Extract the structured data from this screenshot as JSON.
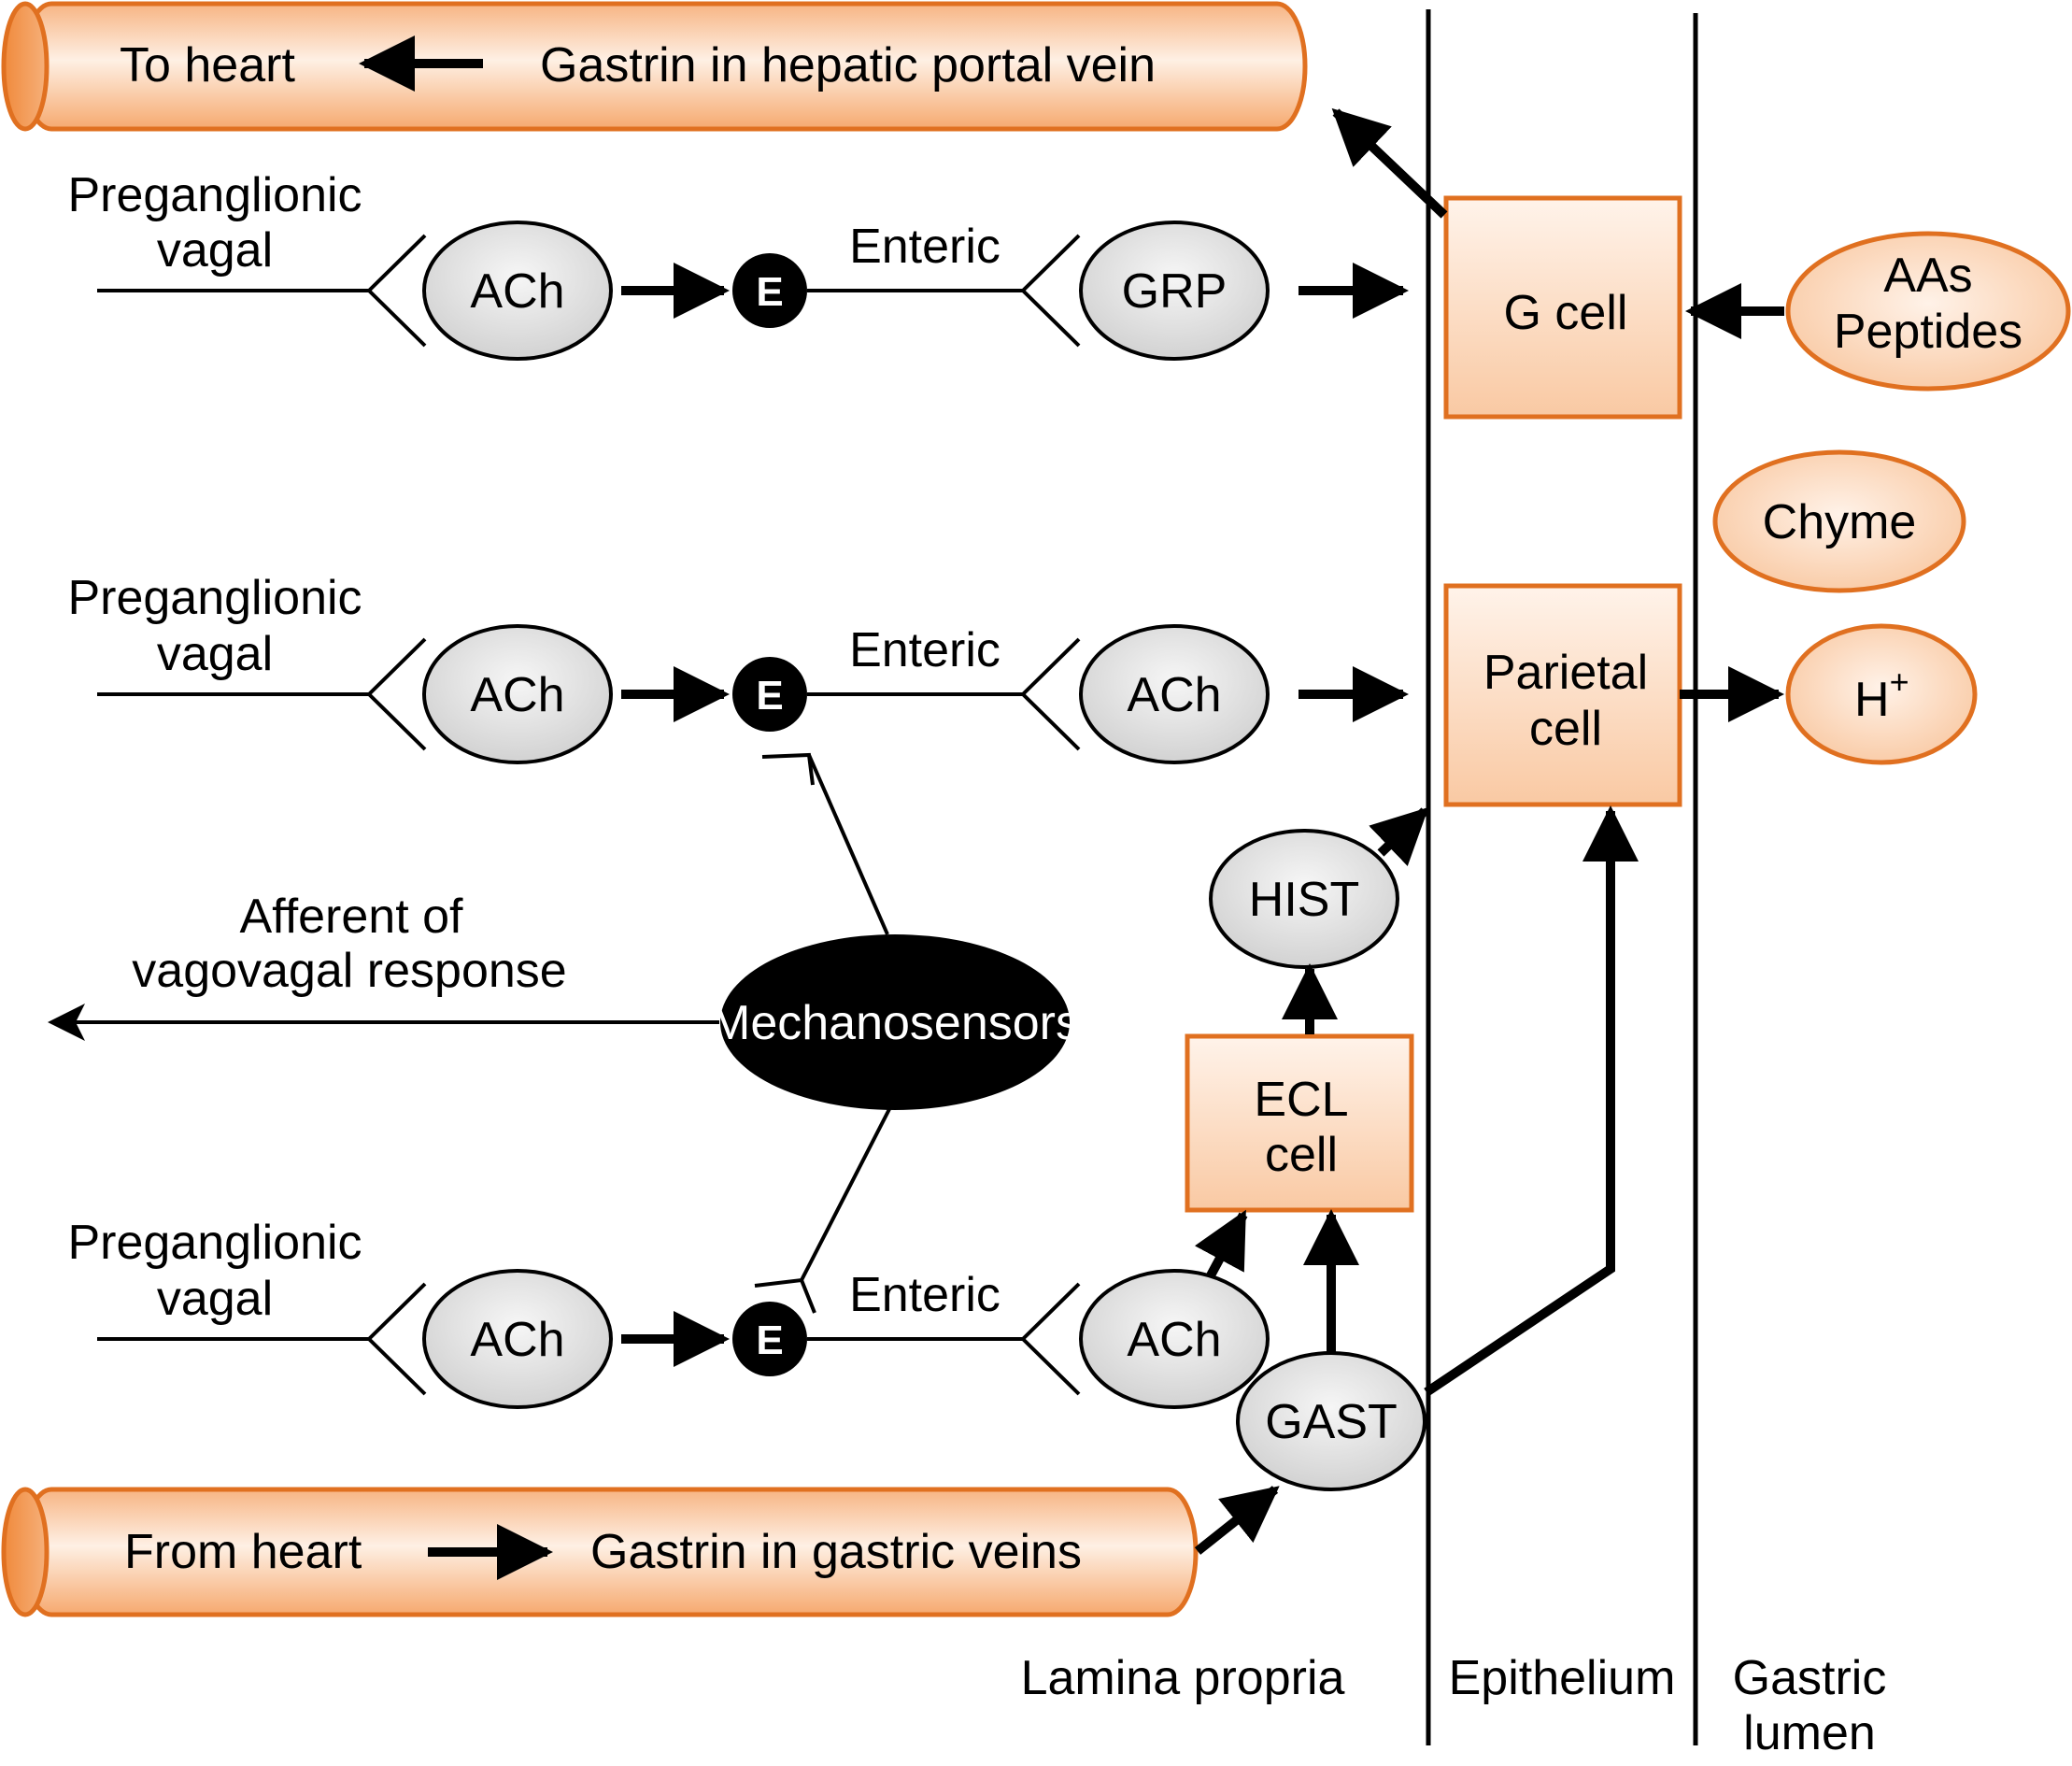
{
  "colors": {
    "accent_orange": "#e07020",
    "light_orange": "#fde3cf",
    "gray_fill": "#dddddd",
    "black": "#000000"
  },
  "vessel_top": {
    "left_label": "To heart",
    "right_label": "Gastrin in hepatic portal vein",
    "arrow_direction": "left"
  },
  "vessel_bottom": {
    "left_label": "From heart",
    "right_label": "Gastrin in gastric veins",
    "arrow_direction": "right"
  },
  "pathway_top": {
    "pre_label_line1": "Preganglionic",
    "pre_label_line2": "vagal",
    "transmitter1": "ACh",
    "enteric_node": "E",
    "enteric_label": "Enteric",
    "transmitter2": "GRP"
  },
  "pathway_middle": {
    "pre_label_line1": "Preganglionic",
    "pre_label_line2": "vagal",
    "transmitter1": "ACh",
    "enteric_node": "E",
    "enteric_label": "Enteric",
    "transmitter2": "ACh"
  },
  "pathway_bottom": {
    "pre_label_line1": "Preganglionic",
    "pre_label_line2": "vagal",
    "transmitter1": "ACh",
    "enteric_node": "E",
    "enteric_label": "Enteric",
    "transmitter2": "ACh"
  },
  "afferent": {
    "line1": "Afferent of",
    "line2": "vagovagal response"
  },
  "mechanosensors": "Mechanosensors",
  "cells": {
    "g_cell": "G cell",
    "parietal_line1": "Parietal",
    "parietal_line2": "cell",
    "ecl_line1": "ECL",
    "ecl_line2": "cell"
  },
  "signals": {
    "hist": "HIST",
    "gast": "GAST"
  },
  "lumen": {
    "aas_line1": "AAs",
    "aas_line2": "Peptides",
    "chyme": "Chyme",
    "h_plus_base": "H",
    "h_plus_sup": "+"
  },
  "regions": {
    "lamina_propria": "Lamina propria",
    "epithelium": "Epithelium",
    "gastric_line1": "Gastric",
    "gastric_line2": "lumen"
  }
}
